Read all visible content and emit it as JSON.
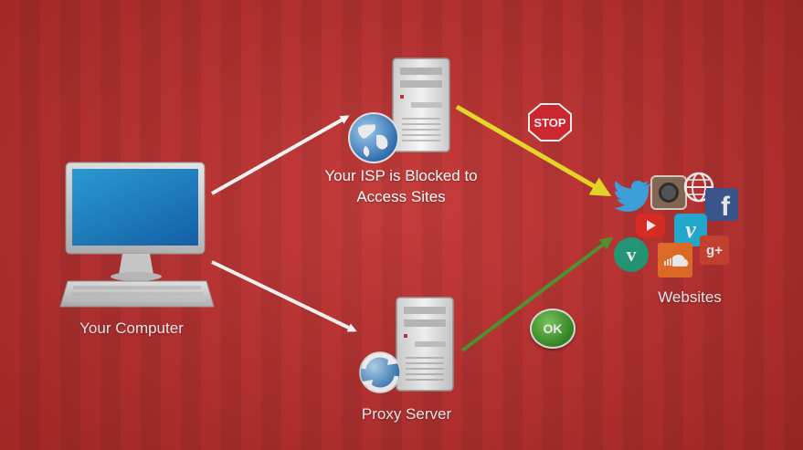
{
  "labels": {
    "computer": "Your Computer",
    "isp_line1": "Your ISP is Blocked to",
    "isp_line2": "Access Sites",
    "proxy": "Proxy Server",
    "websites": "Websites"
  },
  "badges": {
    "stop": "STOP",
    "ok": "OK"
  },
  "colors": {
    "background": "#c2302f",
    "blocked_arrow": "#f0e020",
    "allowed_arrow": "#4a9a2a",
    "stop_sign": "#d8202a",
    "ok_button": "#3d9a2a"
  },
  "icons": {
    "computer": "desktop-computer-icon",
    "isp_server": "server-tower-icon",
    "isp_globe": "globe-icon",
    "proxy_server": "server-tower-icon",
    "proxy_refresh": "refresh-globe-icon",
    "websites": [
      "twitter-icon",
      "instagram-icon",
      "web-globe-icon",
      "facebook-icon",
      "youtube-icon",
      "vimeo-icon",
      "vine-icon",
      "soundcloud-icon",
      "google-plus-icon"
    ]
  }
}
